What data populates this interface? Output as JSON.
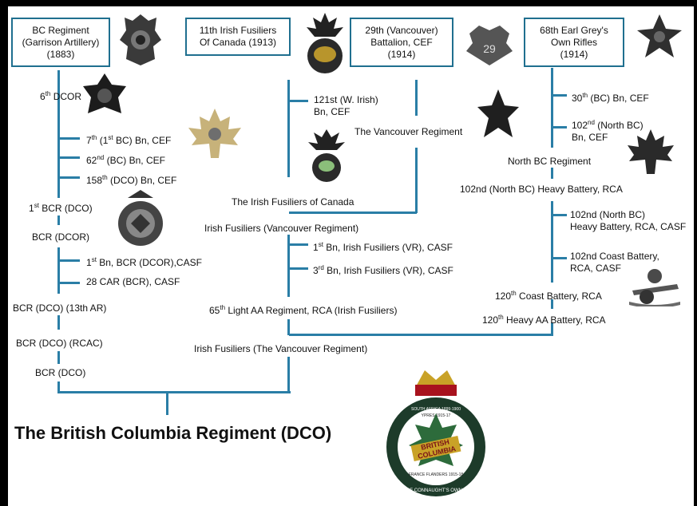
{
  "colors": {
    "line": "#2a7ea6",
    "box_border": "#1f6f8f",
    "frame": "#000000"
  },
  "boxes": {
    "bc_regiment": "BC Regiment\n(Garrison Artillery)\n(1883)",
    "irish_fusiliers_canada": "11th Irish Fusiliers\nOf Canada (1913)",
    "vancouver_battalion": "29th  (Vancouver)\nBattalion, CEF\n(1914)",
    "earl_greys": "68th Earl Grey's\nOwn Rifles\n(1914)"
  },
  "box_sups": {
    "vancouver_battalion": "th"
  },
  "left": {
    "dcor6": {
      "pre": "6",
      "sup": "th",
      "post": " DCOR"
    },
    "bn7": {
      "pre": "7",
      "sup": "th",
      "mid": " (1",
      "sup2": "st",
      "post": " BC) Bn, CEF"
    },
    "bn62": {
      "pre": "62",
      "sup": "nd",
      "post": " (BC) Bn, CEF"
    },
    "bn158": {
      "pre": "158",
      "sup": "th",
      "post": " (DCO) Bn, CEF"
    },
    "bcr1": {
      "pre": "1",
      "sup": "st",
      "post": " BCR (DCO)"
    },
    "bcr_dcor": "BCR (DCOR)",
    "bn1_bcr": {
      "pre": "1",
      "sup": "st",
      "post": " Bn, BCR (DCOR),CASF"
    },
    "car28": "28 CAR (BCR), CASF",
    "bcr_13ar": "BCR (DCO) (13th AR)",
    "bcr_rcac": "BCR (DCO) (RCAC)",
    "bcr_dco": "BCR (DCO)"
  },
  "middle": {
    "bn121": "121st (W. Irish)\nBn, CEF",
    "vancouver_regiment": "The Vancouver Regiment",
    "irish_fusiliers_of_canada": "The Irish Fusiliers of Canada",
    "if_vancouver": "Irish Fusiliers (Vancouver Regiment)",
    "bn1_if": {
      "pre": "1",
      "sup": "st",
      "post": " Bn, Irish Fusiliers (VR), CASF"
    },
    "bn3_if": {
      "pre": "3",
      "sup": "rd",
      "post": " Bn, Irish Fusiliers (VR), CASF"
    },
    "aa65": {
      "pre": "65",
      "sup": "th",
      "post": " Light AA Regiment, RCA (Irish Fusiliers)"
    },
    "if_the_vancouver": "Irish Fusiliers (The Vancouver Regiment)"
  },
  "right": {
    "bn30": {
      "pre": "30",
      "sup": "th",
      "post": " (BC) Bn, CEF"
    },
    "bn102": {
      "pre": "102",
      "sup": "nd",
      "post": " (North BC)\nBn, CEF"
    },
    "north_bc": "North BC Regiment",
    "hb102": "102nd (North BC) Heavy Battery, RCA",
    "hb102b": "102nd (North BC)\nHeavy Battery, RCA, CASF",
    "cb102": "102nd Coast Battery,\nRCA, CASF",
    "cb120": {
      "pre": "120",
      "sup": "th",
      "post": " Coast Battery, RCA"
    },
    "haa120": {
      "pre": "120",
      "sup": "th",
      "post": " Heavy AA Battery, RCA"
    }
  },
  "final_title": "The British Columbia Regiment (DCO)",
  "crest_text": {
    "top": "SOUTH AFRICA 1899-1900",
    "ypres": "YPRES 1915-17",
    "banner1": "BRITISH",
    "banner2": "COLUMBIA",
    "bottom": "FRANCE FLANDERS 1915-18",
    "motto": "DUKE OF CONNAUGHT'S OWN RIFLES"
  }
}
